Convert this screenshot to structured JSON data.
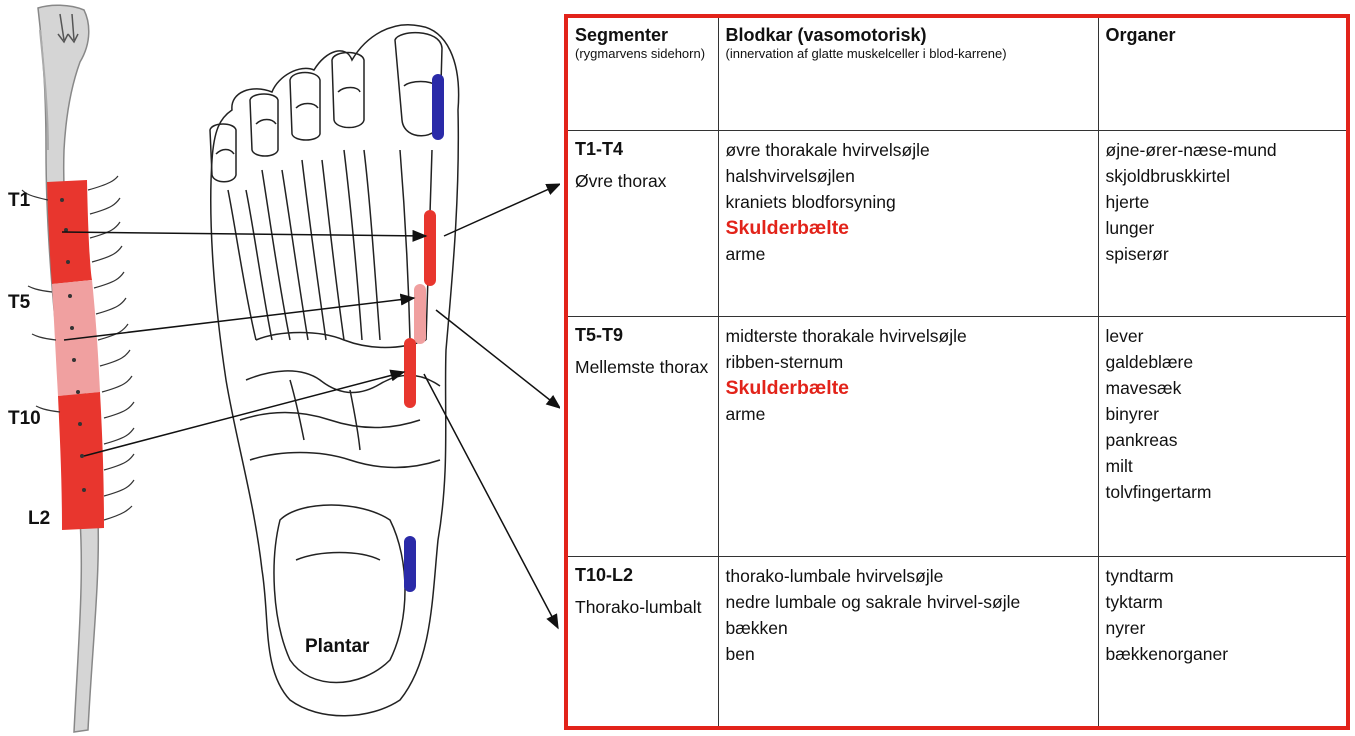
{
  "spine": {
    "labels": [
      "T1",
      "T5",
      "T10",
      "L2"
    ]
  },
  "foot": {
    "label": "Plantar"
  },
  "colors": {
    "highlight_red": "#e2231a",
    "zone_red": "#e8362e",
    "zone_pink": "#f0a0a0",
    "blue_marker": "#2a2aa8",
    "table_border": "#e2231a"
  },
  "table": {
    "headers": [
      {
        "title": "Segmenter",
        "sub": "(rygmarvens sidehorn)"
      },
      {
        "title": "Blodkar (vasomotorisk)",
        "sub": "(innervation af glatte muskelceller i blod-karrene)"
      },
      {
        "title": "Organer",
        "sub": ""
      }
    ],
    "rows": [
      {
        "code": "T1-T4",
        "region": "Øvre thorax",
        "vessels": [
          "øvre thorakale hvirvelsøjle",
          "halshvirvelsøjlen",
          "kraniets blodforsyning",
          "Skulderbælte",
          "arme"
        ],
        "organs": [
          "øjne-ører-næse-mund",
          "skjoldbruskkirtel",
          "hjerte",
          "lunger",
          "spiserør"
        ]
      },
      {
        "code": "T5-T9",
        "region": "Mellemste thorax",
        "vessels": [
          "midterste thorakale hvirvelsøjle",
          "ribben-sternum",
          "Skulderbælte",
          "arme"
        ],
        "organs": [
          "lever",
          "galdeblære",
          "mavesæk",
          "binyrer",
          "pankreas",
          "milt",
          "tolvfingertarm"
        ]
      },
      {
        "code": "T10-L2",
        "region": "Thorako-lumbalt",
        "vessels": [
          "thorako-lumbale hvirvelsøjle",
          "nedre lumbale og sakrale hvirvel-søjle",
          "bækken",
          "ben"
        ],
        "organs": [
          "tyndtarm",
          "tyktarm",
          "nyrer",
          "bækkenorganer"
        ]
      }
    ],
    "highlighted_term": "Skulderbælte"
  }
}
